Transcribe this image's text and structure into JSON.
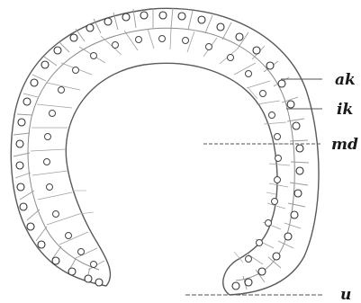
{
  "figure": {
    "labels": [
      {
        "id": "ak",
        "text": "ak"
      },
      {
        "id": "ik",
        "text": "ik"
      },
      {
        "id": "md",
        "text": "md"
      },
      {
        "id": "u",
        "text": "u"
      }
    ]
  }
}
